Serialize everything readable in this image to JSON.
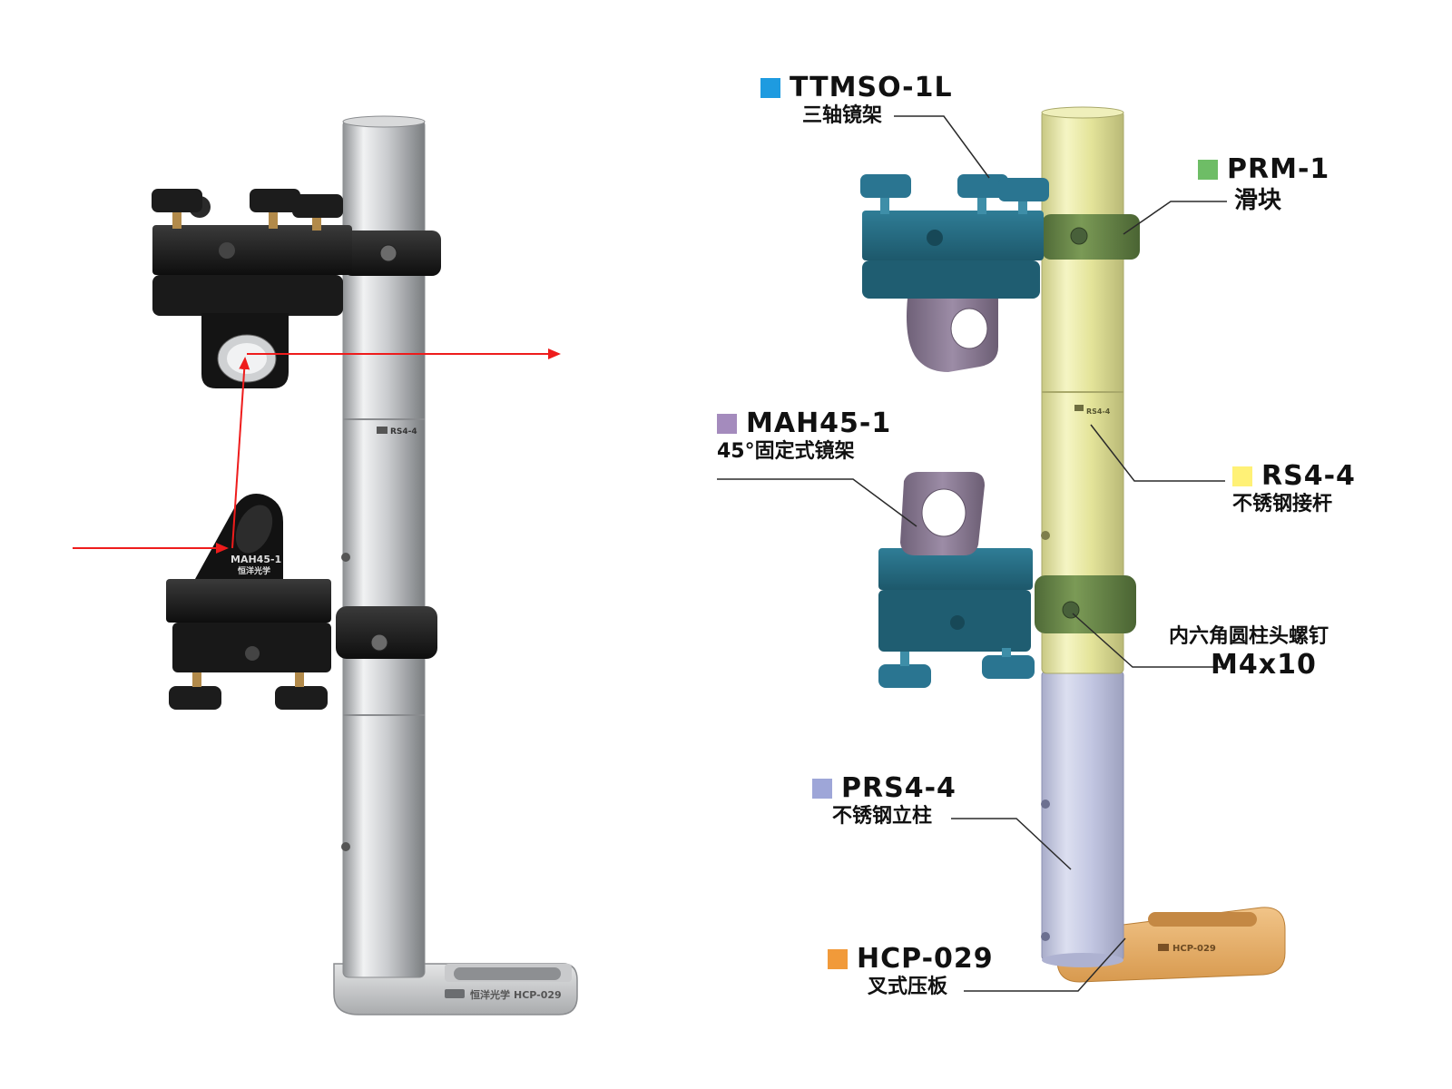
{
  "left": {
    "rod_mark_label": "RS4-4",
    "mount_engraving": "MAH45-1",
    "brand_engraving": "恒洋光学",
    "base_engraving": "HCP-029"
  },
  "callouts": {
    "ttmso": {
      "code": "TTMSO-1L",
      "desc": "三轴镜架",
      "color": "#1e9be0"
    },
    "prm": {
      "code": "PRM-1",
      "desc": "滑块",
      "color": "#6ebd66"
    },
    "mah": {
      "code": "MAH45-1",
      "desc": "45°固定式镜架",
      "color": "#a48bbd"
    },
    "rs": {
      "code": "RS4-4",
      "desc": "不锈钢接杆",
      "color": "#fff176"
    },
    "screw": {
      "desc": "内六角圆柱头螺钉",
      "code": "M4x10"
    },
    "prs": {
      "code": "PRS4-4",
      "desc": "不锈钢立柱",
      "color": "#9ea6d8"
    },
    "hcp": {
      "code": "HCP-029",
      "desc": "叉式压板",
      "color": "#f19a3a"
    }
  },
  "colors": {
    "mount_blue": "#25697f",
    "slider_green": "#5f7c42",
    "rod_yellow": "#e9e9a3",
    "post_lavender": "#c5c8e3",
    "base_gold": "#e9b36f",
    "holder_purple": "#8a7b92",
    "laser_red": "#ee1c1c",
    "metal_silver": "#d6d8da",
    "anodized_black": "#1b1b1b"
  }
}
